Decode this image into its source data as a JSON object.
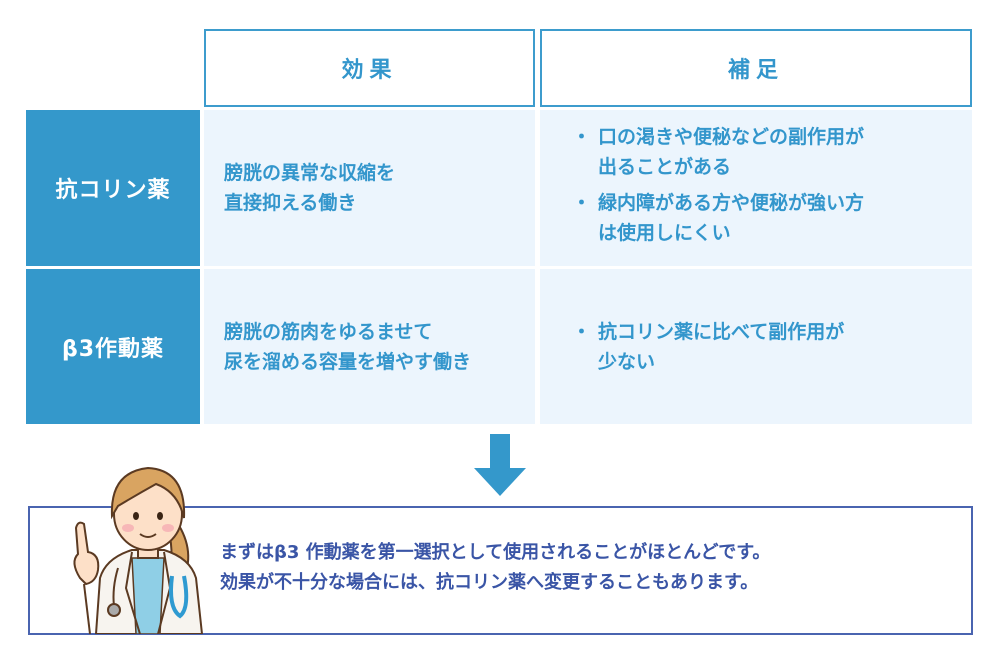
{
  "table": {
    "headers": [
      "効果",
      "補足"
    ],
    "rows": [
      {
        "label": "抗コリン薬",
        "effect_lines": [
          "膀胱の異常な収縮を",
          "直接抑える働き"
        ],
        "notes": [
          {
            "lines": [
              "口の渇きや便秘などの副作用が",
              "出ることがある"
            ]
          },
          {
            "lines": [
              "緑内障がある方や便秘が強い方",
              "は使用しにくい"
            ]
          }
        ]
      },
      {
        "label": "β3作動薬",
        "effect_lines": [
          "膀胱の筋肉をゆるませて",
          "尿を溜める容量を増やす働き"
        ],
        "notes": [
          {
            "lines": [
              "抗コリン薬に比べて副作用が",
              "少ない"
            ]
          }
        ]
      }
    ]
  },
  "arrow": {
    "icon": "arrow-down-icon"
  },
  "summary": {
    "illustration": "doctor-illustration",
    "lines": [
      "まずはβ3 作動薬を第一選択として使用されることがほとんどです。",
      "効果が不十分な場合には、抗コリン薬へ変更することもあります。"
    ]
  },
  "colors": {
    "primary_blue": "#3498cb",
    "cell_bg": "#ecf5fd",
    "summary_border": "#4a64b0",
    "summary_text": "#3a55a6"
  }
}
